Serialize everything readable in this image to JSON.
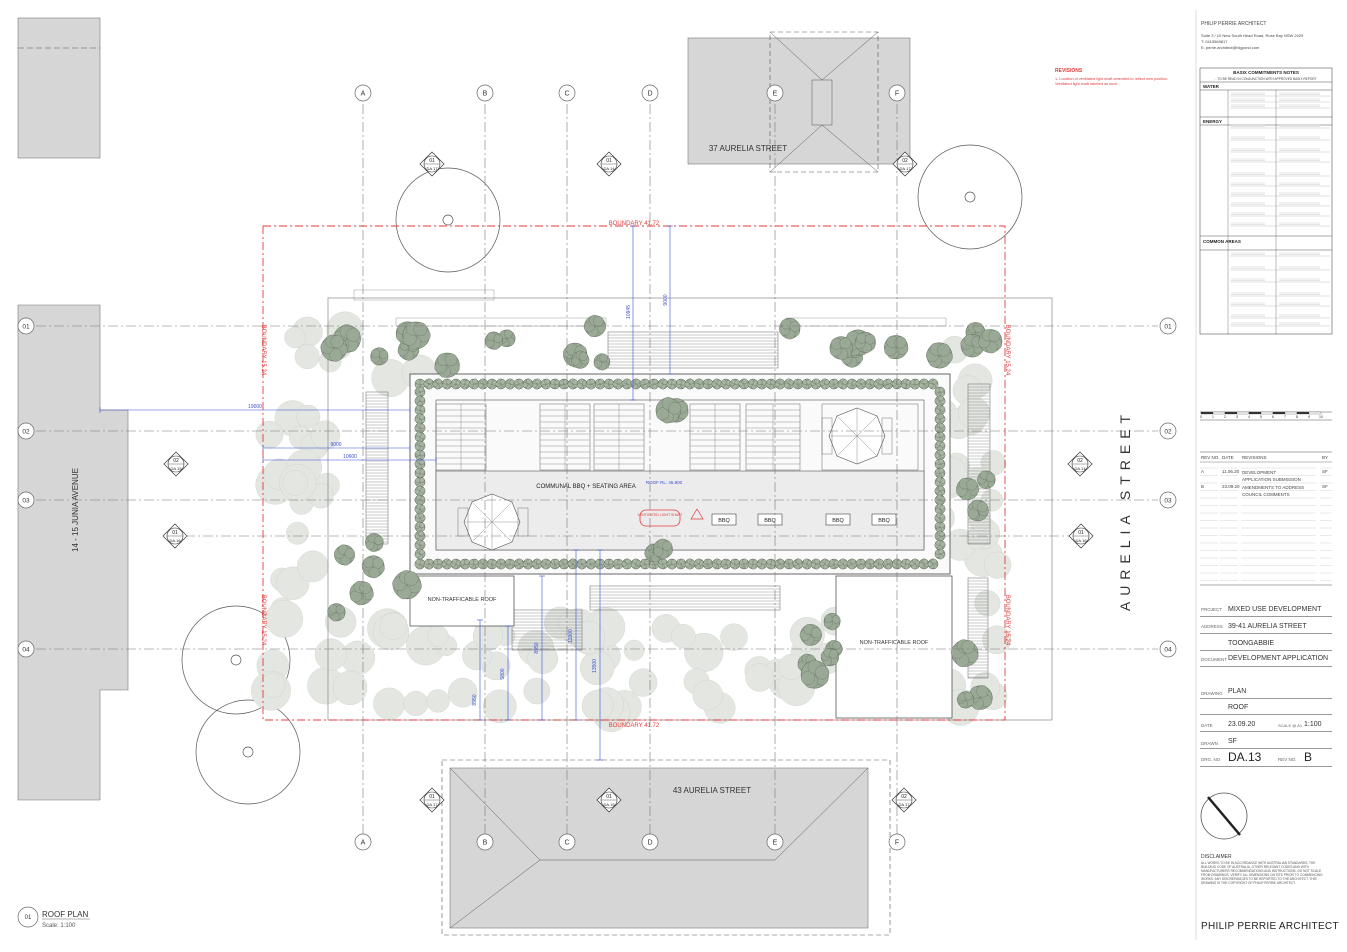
{
  "office": {
    "name": "PHILIP PERRIE ARCHITECT",
    "address": "Suite 3 / 10 New South Head Road, Rose Bay NSW 2029",
    "phone": "T: 0415569817",
    "email": "E: perrie.architect@bigpond.com"
  },
  "revisions_note": {
    "heading": "REVISIONS",
    "text": "1. Location of ventilated light shaft amended to reflect new position. Ventilated light shaft labelled as such."
  },
  "basix": {
    "title": "BASIX COMMITMENTS NOTES",
    "subtitle": "- TO BE READ IN CONJUNCTION WITH APPROVED BASIX REPORT",
    "sections": [
      "WATER",
      "ENERGY",
      "COMMON AREAS"
    ]
  },
  "grid": {
    "columns": [
      "A",
      "B",
      "C",
      "D",
      "E",
      "F"
    ],
    "rows": [
      "01",
      "02",
      "03",
      "04"
    ]
  },
  "streets": {
    "north": "37 AURELIA STREET",
    "south": "43 AURELIA STREET",
    "west": "14 - 15 JUNIA AVENUE",
    "east": "AURELIA STREET"
  },
  "boundaries": {
    "north": "BOUNDARY 41.72",
    "south": "BOUNDARY 41.72",
    "west": "BOUNDARY 15.24",
    "east": "BOUNDARY 15.24"
  },
  "plan_labels": {
    "communal": "COMMUNAL BBQ + SEATING AREA",
    "roof_rl": "ROOF RL: 46.800",
    "ventilated": "VENTILATED LIGHT SHAFT",
    "bbq": "BBQ",
    "non_trafficable": "NON-TRAFFICABLE ROOF"
  },
  "dimensions": [
    "19000",
    "9000",
    "10600",
    "10945",
    "9000",
    "8950",
    "5800",
    "8950",
    "11900",
    "13500"
  ],
  "section_markers": [
    {
      "num": "01",
      "sheet": "DA.17"
    },
    {
      "num": "01",
      "sheet": "DA.14"
    },
    {
      "num": "02",
      "sheet": "DA.17"
    },
    {
      "num": "02",
      "sheet": "DA.15"
    },
    {
      "num": "02",
      "sheet": "DA.14"
    },
    {
      "num": "01",
      "sheet": "DA.16"
    },
    {
      "num": "01",
      "sheet": "DA.16"
    },
    {
      "num": "01",
      "sheet": "DA.17"
    },
    {
      "num": "01",
      "sheet": "DA.15"
    },
    {
      "num": "02",
      "sheet": "DA.17"
    }
  ],
  "drawing_title": {
    "num": "01",
    "title": "ROOF PLAN",
    "scale": "Scale: 1:100"
  },
  "scale_bar": [
    "0",
    "1",
    "2",
    "3",
    "4",
    "5",
    "6",
    "7",
    "8",
    "9",
    "10"
  ],
  "rev_table": {
    "headers": [
      "REV NO.",
      "DATE",
      "REVISIONS",
      "BY"
    ],
    "rows": [
      [
        "A",
        "11.06.20",
        "DEVELOPMENT APPLICATION SUBMISSION",
        "SF"
      ],
      [
        "B",
        "23.09.20",
        "AMENDMENTS TO ADDRESS COUNCIL COMMENTS",
        "SF"
      ]
    ]
  },
  "title_block": {
    "project_label": "PROJECT",
    "project": "MIXED USE DEVELOPMENT",
    "address_label": "ADDRESS",
    "address1": "39-41 AURELIA STREET",
    "address2": "TOONGABBIE",
    "document_label": "DOCUMENT",
    "document": "DEVELOPMENT APPLICATION",
    "drawing_label": "DRAWING",
    "drawing1": "PLAN",
    "drawing2": "ROOF",
    "date_label": "DATE",
    "date": "23.09.20",
    "scale_label": "SCALE @ A1",
    "scale": "1:100",
    "drawn_label": "DRAWN",
    "drawn": "SF",
    "dwg_label": "DRG. NO",
    "dwg": "DA.13",
    "rev_label": "REV NO.",
    "rev": "B"
  },
  "disclaimer": {
    "heading": "DISCLAIMER",
    "text": "ALL WORKS TO BE IN ACCORDANCE WITH AUSTRALIAN STANDARDS, THE BUILDING CODE OF AUSTRALIA, OTHER RELEVANT CODES AND WITH MANUFACTURERS RECOMMENDATIONS AND INSTRUCTIONS. DO NOT SCALE FROM DRAWINGS. VERIFY ALL DIMENSIONS ON SITE PRIOR TO COMMENCING WORKS. ANY DISCREPANCIES TO BE REPORTED TO THE ARCHITECT. THIS DRAWING IS THE COPYRIGHT OF PHILIP PERRIE ARCHITECT."
  },
  "footer_name": "PHILIP PERRIE ARCHITECT",
  "colors": {
    "boundary": "#e23b3b",
    "dimension": "#3b4fd6",
    "grid": "#777777",
    "building": "#d9d9d9",
    "tree": "#9aa896",
    "tree_light": "#e3e6e1"
  }
}
